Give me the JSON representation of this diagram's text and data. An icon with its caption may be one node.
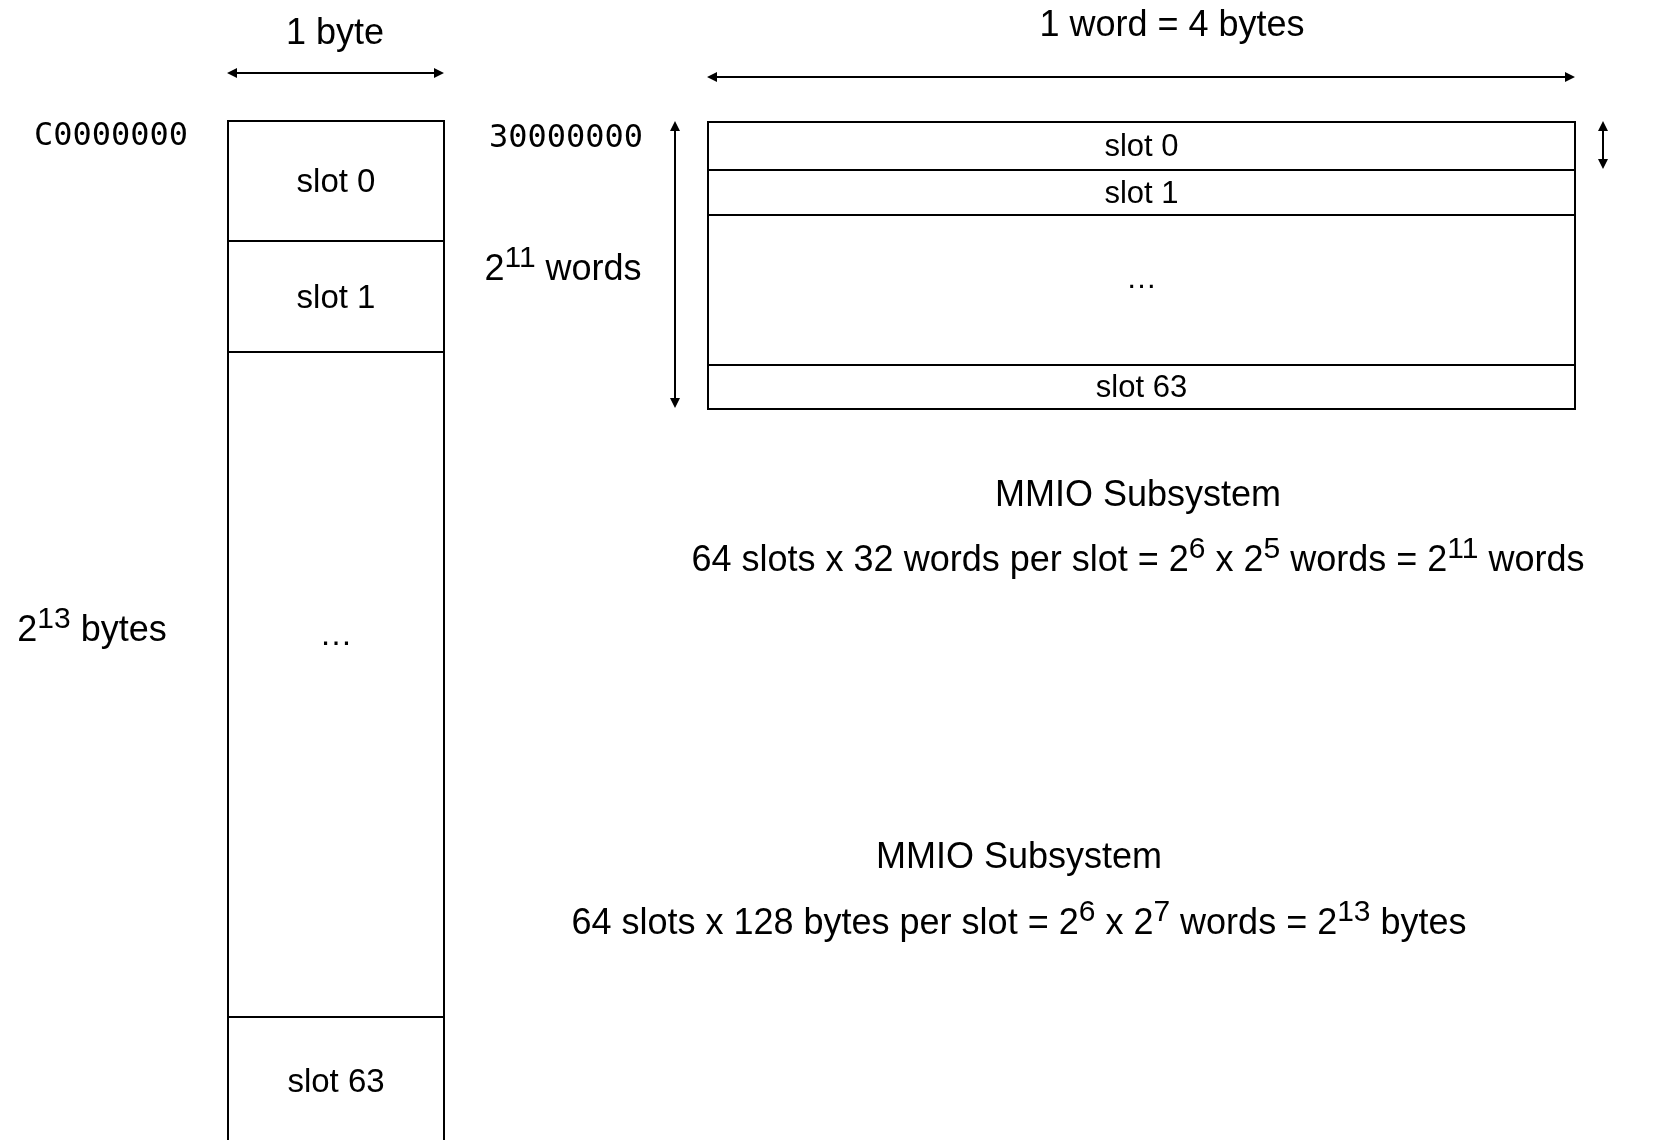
{
  "diagram": {
    "nodes": [
      {
        "text": [
          "slot 0"
        ]
      },
      {
        "text": [
          "slot 1"
        ]
      },
      {
        "text": [
          "…"
        ]
      },
      {
        "text": [
          "slot 63"
        ]
      },
      {
        "text": [
          "slot 0"
        ]
      },
      {
        "text": [
          "slot 1"
        ]
      },
      {
        "text": [
          "…"
        ]
      },
      {
        "text": [
          "slot 63"
        ]
      }
    ],
    "edges": [],
    "labels": [
      "1 byte",
      "1 word = 4 bytes",
      "C0000000",
      "30000000",
      "2$^{11}$ words",
      "MMIO Subsystem",
      "64 slots x 32 words per slot = 2$^{6}$ x 2$^{5}$ words = 2$^{11}$ words",
      "2$^{13}$ bytes",
      "MMIO Subsystem",
      "64 slots x 128 bytes per slot = 2$^{6}$ x 2$^{7}$ words = 2$^{13}$ bytes"
    ]
  }
}
